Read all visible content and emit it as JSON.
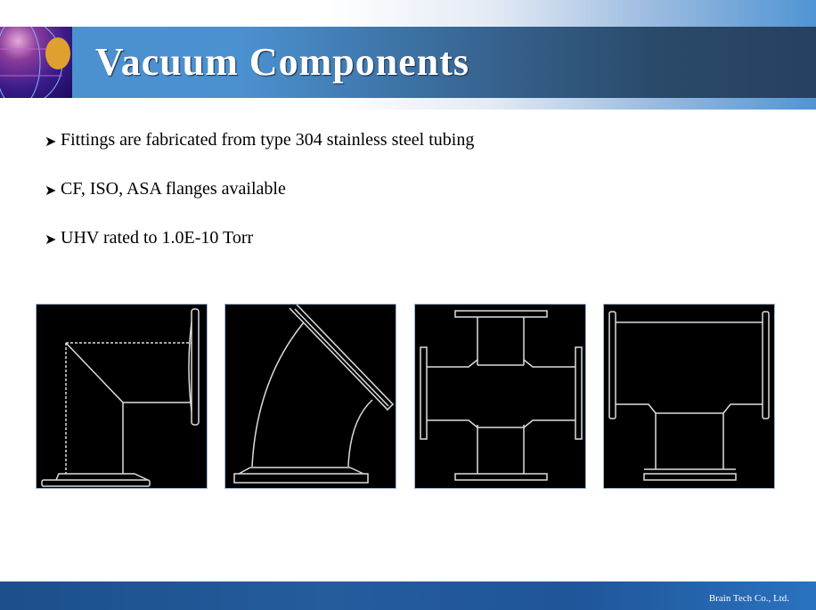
{
  "header": {
    "title": "Vacuum Components"
  },
  "bullets": [
    "Fittings are fabricated from type 304 stainless steel tubing",
    "CF, ISO, ASA flanges available",
    "UHV rated to 1.0E-10 Torr"
  ],
  "footer": {
    "company": "Brain Tech Co., Ltd."
  },
  "colors": {
    "accent": "#4b92d1",
    "dark": "#26415f",
    "footer": "#1d4e8c"
  }
}
